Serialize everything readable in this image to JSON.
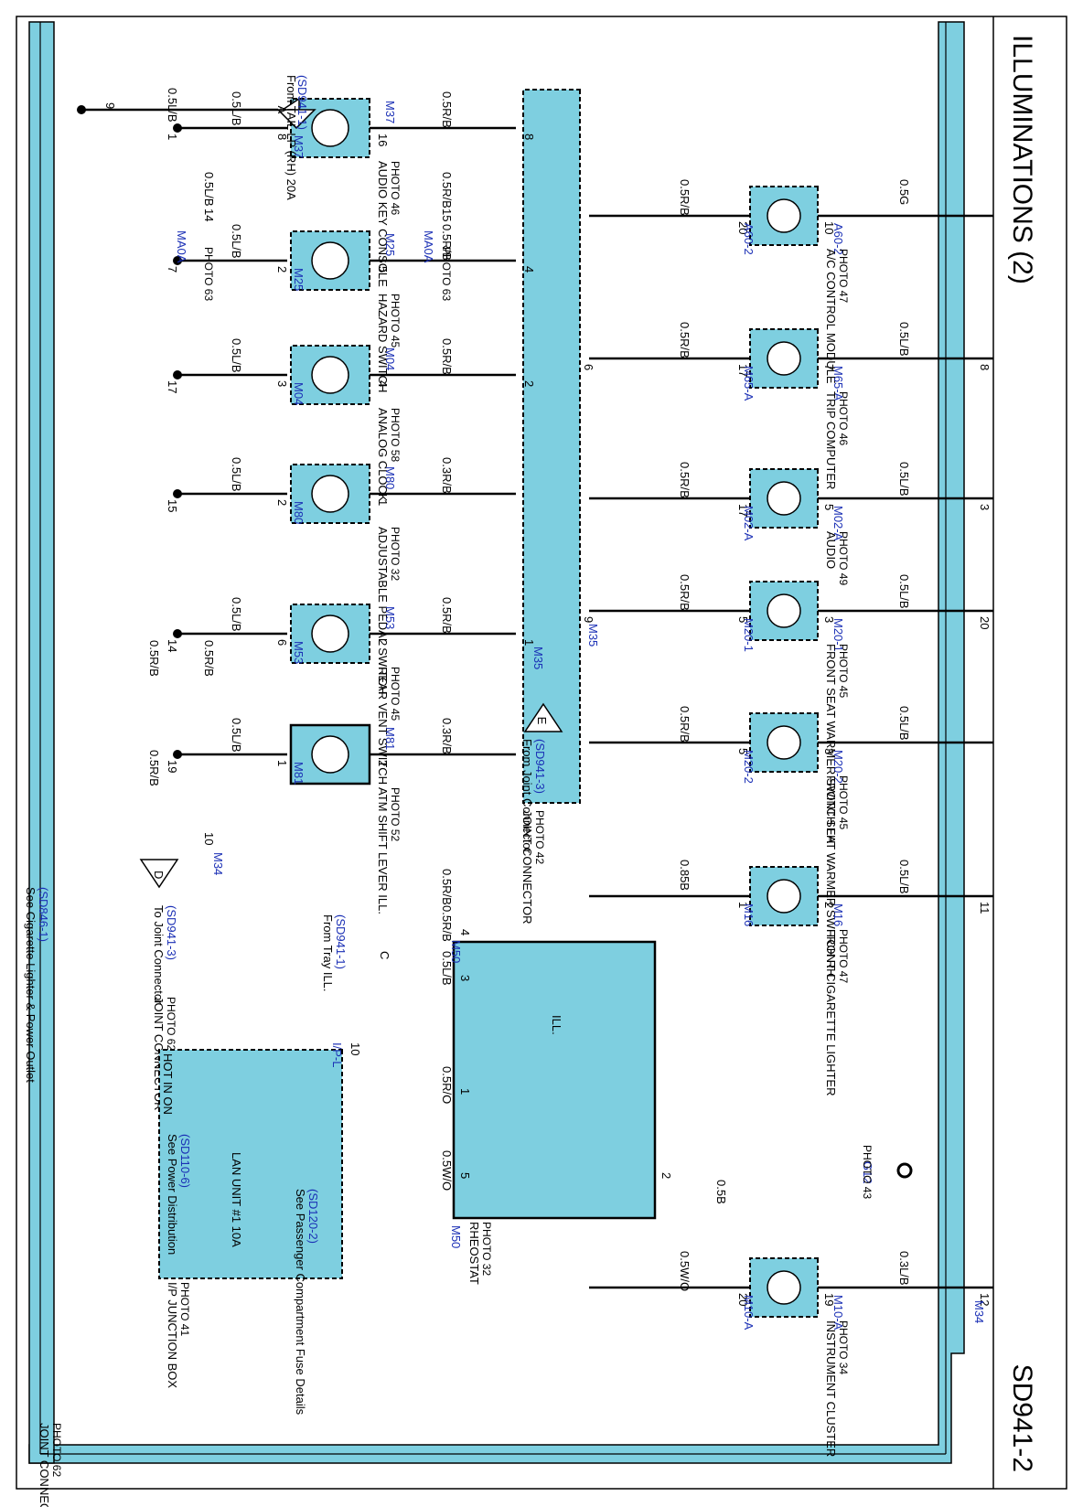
{
  "page": {
    "title": "ILLUMINATIONS (2)",
    "code": "SD941-2"
  },
  "top_row": [
    {
      "id": "m37",
      "name": "AUDIO KEY CONSOLE",
      "photo": "PHOTO 46",
      "conn": "M37",
      "pin_in": "8",
      "pin_out": "16",
      "wire_in": "0.5L/B",
      "wire_out": "0.5R/B",
      "bus_top_pin": "1",
      "bus_jc_pin": "8"
    },
    {
      "id": "m25",
      "name": "HAZARD SWITCH",
      "photo": "PHOTO 45",
      "conn": "M25",
      "pin_in": "2",
      "pin_out": "5",
      "wire_in": "0.5L/B",
      "wire_out": "0.5R/B",
      "bus_top_pin": "7",
      "bus_jc_pin": "4"
    },
    {
      "id": "m04",
      "name": "ANALOG CLOCK",
      "photo": "PHOTO 58",
      "conn": "M04",
      "pin_in": "3",
      "pin_out": "4",
      "wire_in": "0.5L/B",
      "wire_out": "0.5R/B",
      "bus_top_pin": "17",
      "bus_jc_pin": "2"
    },
    {
      "id": "m80",
      "name": "ADJUSTABLE PEDAL SWITCH",
      "photo": "PHOTO 32",
      "conn": "M80",
      "pin_in": "2",
      "pin_out": "1",
      "wire_in": "0.5L/B",
      "wire_out": "0.3R/B",
      "bus_top_pin": "15"
    },
    {
      "id": "m53",
      "name": "REAR VENT SWITCH",
      "photo": "PHOTO 45",
      "conn": "M53",
      "pin_in": "6",
      "pin_out": "2",
      "wire_in": "0.5L/B",
      "wire_out": "0.5R/B",
      "bus_top_pin": "14",
      "bus_jc_pin": "1",
      "jc_conn": "M35"
    },
    {
      "id": "m81",
      "name": "ATM SHIFT LEVER ILL.",
      "photo": "PHOTO 52",
      "conn": "M81",
      "pin_in": "1",
      "pin_out": "2",
      "wire_in": "0.5L/B",
      "wire_out": "0.3R/B",
      "bus_top_pin": "19"
    }
  ],
  "bottom_row": [
    {
      "id": "a60",
      "name": "A/C CONTROL MODULE",
      "photo": "PHOTO 47",
      "conn_top": "A60-2",
      "conn_bot": "A60-2",
      "pin_top": "20",
      "pin_bot": "10",
      "wire_top": "0.5R/B",
      "wire_bot": "0.5G"
    },
    {
      "id": "m65",
      "name": "TRIP COMPUTER",
      "photo": "PHOTO 46",
      "conn_top": "M65-A",
      "conn_bot": "M65-A",
      "pin_top": "17",
      "pin_bot": "7",
      "wire_top": "0.5R/B",
      "wire_bot": "0.5L/B",
      "jc_pin": "6",
      "bus_bot_pin": "8"
    },
    {
      "id": "m02",
      "name": "AUDIO",
      "photo": "PHOTO 49",
      "conn_top": "M02-A",
      "conn_bot": "M02-A",
      "pin_top": "17",
      "pin_bot": "5",
      "wire_top": "0.5R/B",
      "wire_bot": "0.5L/B",
      "bus_bot_pin": "3"
    },
    {
      "id": "m20_1",
      "name": "FRONT SEAT WARMER SWITCH LH",
      "photo": "PHOTO 45",
      "conn_top": "M20-1",
      "conn_bot": "M20-1",
      "pin_top": "5",
      "pin_bot": "3",
      "wire_top": "0.5R/B",
      "wire_bot": "0.5L/B",
      "jc_pin": "9",
      "jc_conn": "M35",
      "bus_bot_pin": "20"
    },
    {
      "id": "m20_2",
      "name": "FRONT SEAT WARMER SWITCH RH",
      "photo": "PHOTO 45",
      "conn_top": "M20-2",
      "conn_bot": "M20-2",
      "pin_top": "5",
      "pin_bot": "3",
      "wire_top": "0.5R/B",
      "wire_bot": "0.5L/B"
    },
    {
      "id": "m16",
      "name": "FRONT CIGARETTE LIGHTER",
      "photo": "PHOTO 47",
      "conn_top": "M16",
      "conn_bot": "M16",
      "pin_top": "1",
      "pin_bot": "2",
      "wire_top": "0.85B",
      "wire_bot": "0.5L/B",
      "bus_bot_pin": "11"
    },
    {
      "id": "m10",
      "name": "INSTRUMENT CLUSTER",
      "photo": "PHOTO 34",
      "conn_top": "M10-A",
      "conn_bot": "M10-A",
      "pin_top": "20",
      "pin_bot": "19",
      "wire_top": "0.5W/O",
      "wire_bot": "0.3L/B",
      "bus_bot_pin": "12",
      "bus_conn": "M34"
    }
  ],
  "tail_lp": {
    "from": "From TAIL LP (RH) 20A",
    "ref": "(SD941-1)",
    "letter": "A",
    "pin": "9",
    "wire": "0.5L/B"
  },
  "ma0a": {
    "conn": "MA0A",
    "photo": "PHOTO 63",
    "pin_top": "15",
    "pin_bot": "14",
    "wire_top": "0.5R/B",
    "wire_bot": "0.5L/B",
    "jc_pin": "7",
    "bus_bot_pin": "6"
  },
  "joint_connector_mid": {
    "name": "JOINT CONNECTOR",
    "photo": "PHOTO 42",
    "from": "From Joint Connector",
    "ref": "(SD941-3)",
    "letter": "E"
  },
  "joint_connector_top": {
    "name": "JOINT CONNECTOR",
    "photo": "PHOTO 62",
    "to": "To Joint Connector",
    "ref": "(SD941-3)",
    "letter": "D",
    "conn": "M34",
    "pin": "10"
  },
  "joint_connector_bot": {
    "name": "JOINT CONNECTOR",
    "photo": "PHOTO 62"
  },
  "splice_wires": {
    "m35_out": "0.5R/B",
    "m80_link": "0.5R/B",
    "to_rheo": "0.5R/B",
    "m81_link": "0.5R/B"
  },
  "rheostat": {
    "name": "RHEOSTAT",
    "photo": "PHOTO 32",
    "conn_top": "M50",
    "conn_bot": "M50",
    "ill": "ILL.",
    "pin4": "4",
    "pin3": "3",
    "pin1": "1",
    "pin5": "5",
    "pin2": "2"
  },
  "tray_ill": {
    "from": "From Tray ILL.",
    "ref": "(SD941-1)",
    "letter": "C",
    "wire4": "0.5R/B",
    "wire3": "0.5L/B"
  },
  "junction": {
    "name": "I/P JUNCTION BOX",
    "photo": "PHOTO 41",
    "hot": "HOT IN ON",
    "see_power": "See Power Distribution",
    "ref_power": "(SD110-6)",
    "fuse": "LAN UNIT #1 10A",
    "see_fuse": "See Passenger Compartment Fuse Details",
    "ref_fuse": "(SD120-2)",
    "conn": "I/P-L",
    "pin": "10",
    "wire1": "0.5R/O",
    "wire5": "0.5W/O"
  },
  "ground": {
    "name": "G12",
    "photo": "PHOTO 43",
    "wire": "0.5B"
  },
  "cig": {
    "see": "See Cigarette Lighter & Power Outlet",
    "ref": "(SD846-1)"
  }
}
